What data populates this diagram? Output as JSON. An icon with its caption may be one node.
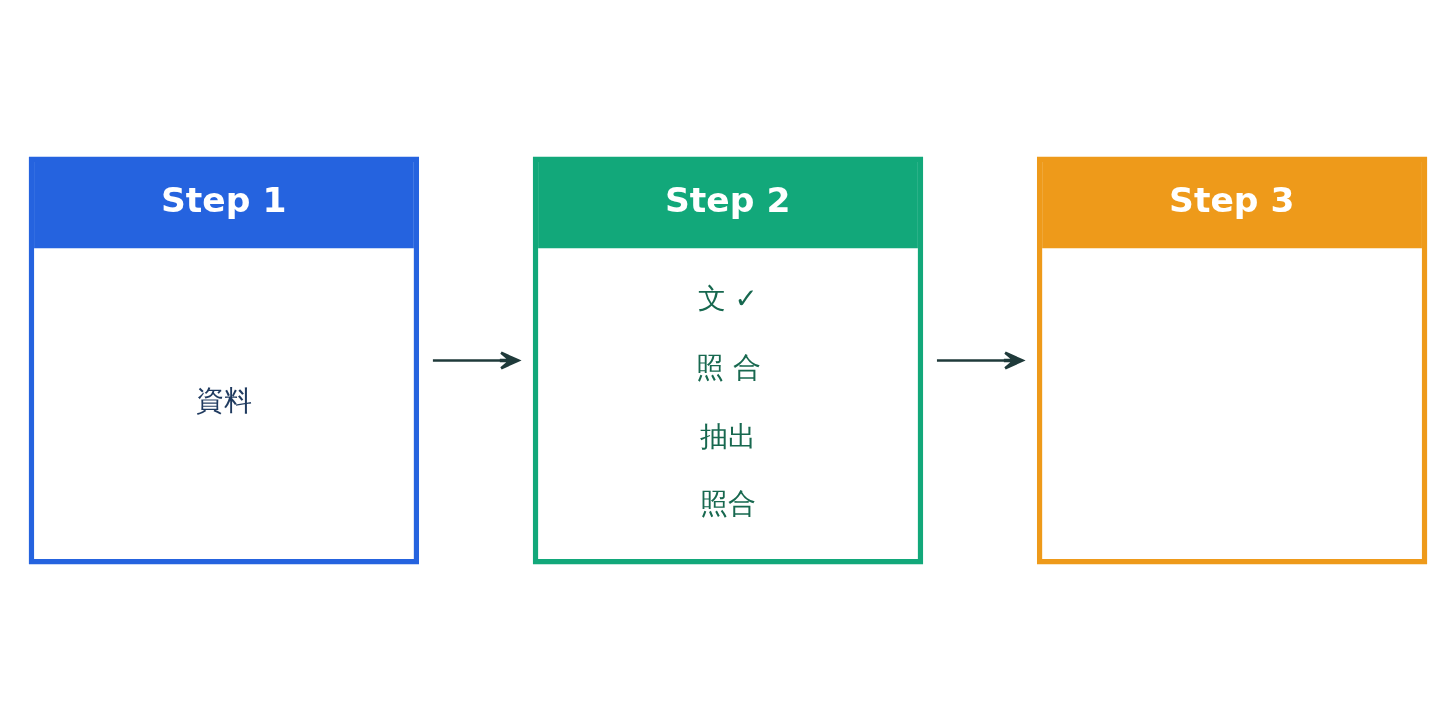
{
  "diagram": {
    "nodes": [
      {
        "text": [
          "Step 1",
          "資料"
        ]
      },
      {
        "text": [
          "Step 2",
          "文 ✓",
          "照 合",
          "抽出",
          "照合"
        ]
      },
      {
        "text": [
          "Step 3"
        ]
      }
    ],
    "edges": [
      {
        "from": 0,
        "to": 1,
        "arrow": "to"
      },
      {
        "from": 1,
        "to": 2,
        "arrow": "to"
      }
    ]
  }
}
